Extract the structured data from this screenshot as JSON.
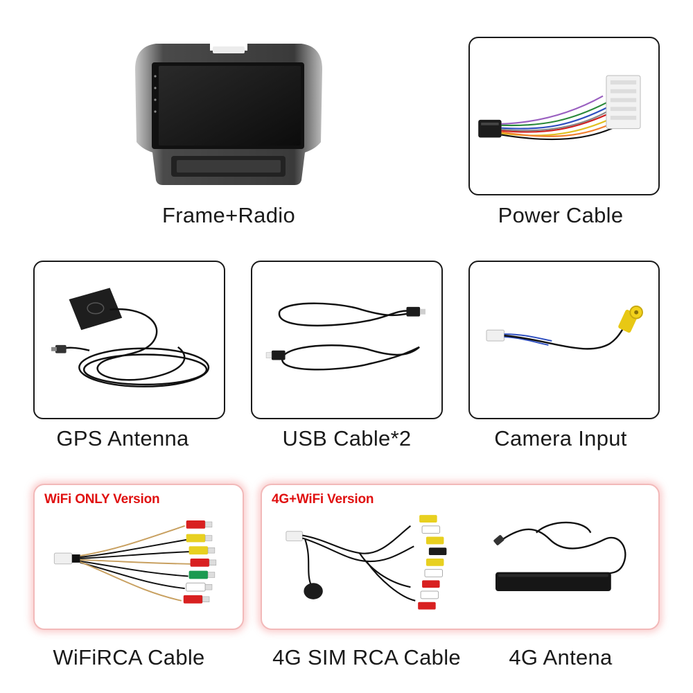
{
  "items": {
    "frame_radio": {
      "caption": "Frame+Radio"
    },
    "power_cable": {
      "caption": "Power Cable"
    },
    "gps_antenna": {
      "caption": "GPS Antenna"
    },
    "usb_cable": {
      "caption": "USB Cable*2"
    },
    "camera_input": {
      "caption": "Camera Input"
    },
    "wifi_rca_cable": {
      "caption": "WiFiRCA Cable"
    },
    "sim_rca_cable": {
      "caption": "4G SIM RCA Cable"
    },
    "antenna_4g": {
      "caption": "4G Antena"
    }
  },
  "versions": {
    "wifi_only": {
      "label": "WiFi ONLY Version"
    },
    "wifi_4g": {
      "label": "4G+WiFi Version"
    }
  },
  "colors": {
    "promo_label": "#e01010",
    "promo_border": "#f2b9b9",
    "box_border": "#1a1a1a"
  }
}
